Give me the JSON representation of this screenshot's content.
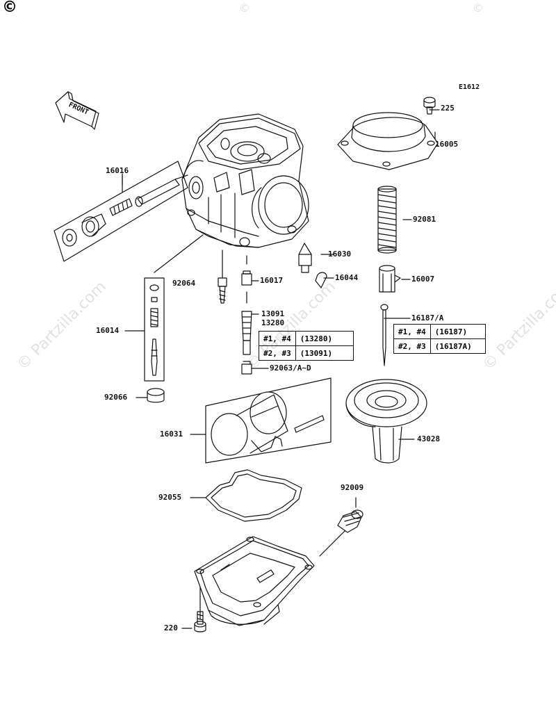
{
  "copyright_symbol": "©",
  "diagram_code": "E1612",
  "front_label": "FRONT",
  "watermark": "© Partzilla.com",
  "watermark_small": "©",
  "parts": {
    "p225": "225",
    "p16005": "16005",
    "p16016": "16016",
    "p92081": "92081",
    "p16030": "16030",
    "p92064": "92064",
    "p16017": "16017",
    "p16044": "16044",
    "p16007": "16007",
    "p13091": "13091",
    "p13280": "13280",
    "p16187a": "16187/A",
    "p16014": "16014",
    "p92063": "92063/A~D",
    "p92066": "92066",
    "p16031": "16031",
    "p43028": "43028",
    "p92055": "92055",
    "p92009": "92009",
    "p220": "220"
  },
  "jet_table": [
    {
      "cyl": "#1, #4",
      "part": "(13280)"
    },
    {
      "cyl": "#2, #3",
      "part": "(13091)"
    }
  ],
  "needle_table": [
    {
      "cyl": "#1, #4",
      "part": "(16187)"
    },
    {
      "cyl": "#2, #3",
      "part": "(16187A)"
    }
  ]
}
